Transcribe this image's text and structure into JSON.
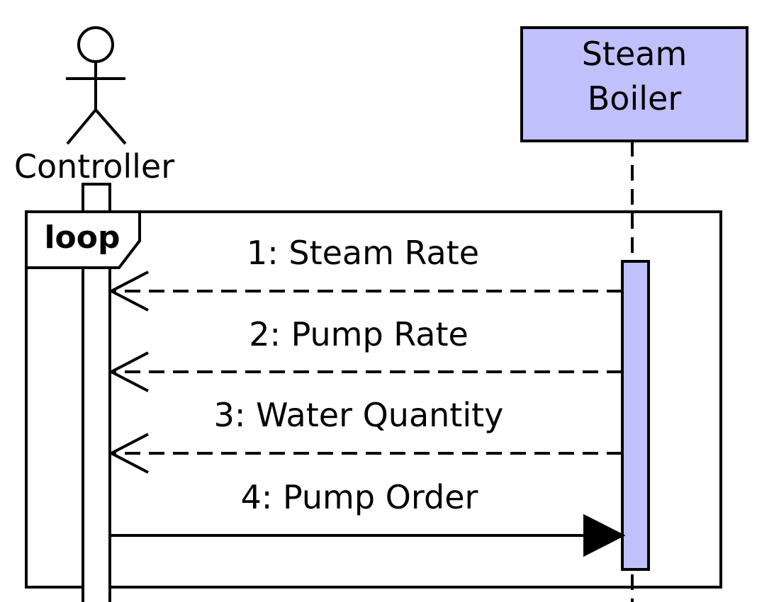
{
  "diagram": {
    "type": "sequence",
    "actor": {
      "name": "Controller"
    },
    "participant": {
      "line1": "Steam",
      "line2": "Boiler",
      "fill": "#c0c0fc"
    },
    "frame": {
      "label": "loop"
    },
    "messages": [
      {
        "label": "1: Steam Rate",
        "from": "Steam Boiler",
        "to": "Controller",
        "style": "dashed-reply"
      },
      {
        "label": "2: Pump Rate",
        "from": "Steam Boiler",
        "to": "Controller",
        "style": "dashed-reply"
      },
      {
        "label": "3: Water Quantity",
        "from": "Steam Boiler",
        "to": "Controller",
        "style": "dashed-reply"
      },
      {
        "label": "4: Pump Order",
        "from": "Controller",
        "to": "Steam Boiler",
        "style": "solid-sync"
      }
    ],
    "colors": {
      "line": "#000000",
      "activation_fill": "#c0c0fc",
      "background": "#ffffff"
    }
  }
}
